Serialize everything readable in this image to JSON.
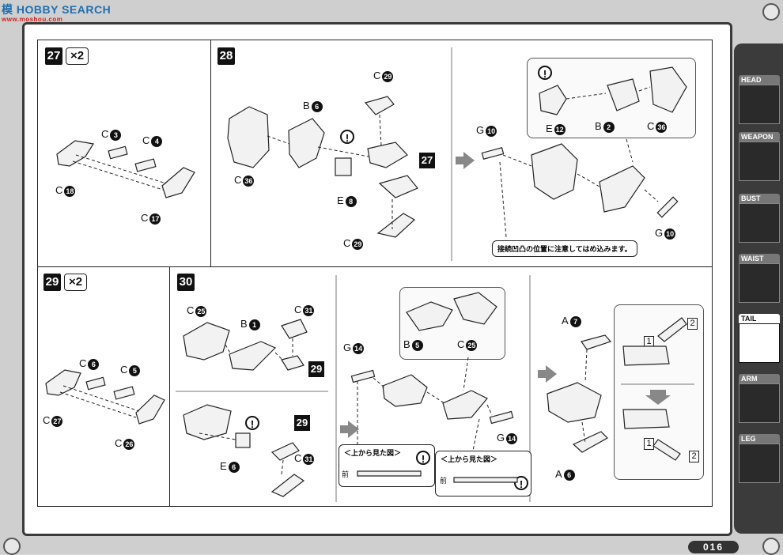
{
  "watermark": {
    "main": "模 HOBBY SEARCH",
    "sub": "www.moshou.com"
  },
  "steps": {
    "s27": {
      "no": "27",
      "mult": "×2",
      "labels": [
        {
          "part": "C",
          "num": "3"
        },
        {
          "part": "C",
          "num": "4"
        },
        {
          "part": "C",
          "num": "18"
        },
        {
          "part": "C",
          "num": "17"
        }
      ]
    },
    "s28": {
      "no": "28",
      "labels": [
        {
          "part": "C",
          "num": "29"
        },
        {
          "part": "B",
          "num": "6"
        },
        {
          "part": "C",
          "num": "36"
        },
        {
          "part": "E",
          "num": "8"
        },
        {
          "part": "C",
          "num": "29"
        }
      ],
      "ref": "27"
    },
    "s28b": {
      "labels": [
        {
          "part": "G",
          "num": "10"
        },
        {
          "part": "E",
          "num": "12"
        },
        {
          "part": "B",
          "num": "2"
        },
        {
          "part": "C",
          "num": "36"
        },
        {
          "part": "G",
          "num": "10"
        }
      ],
      "note": "接続凹凸の位置に注意してはめ込みます。"
    },
    "s29": {
      "no": "29",
      "mult": "×2",
      "labels": [
        {
          "part": "C",
          "num": "6"
        },
        {
          "part": "C",
          "num": "5"
        },
        {
          "part": "C",
          "num": "27"
        },
        {
          "part": "C",
          "num": "26"
        }
      ]
    },
    "s30": {
      "no": "30",
      "labels": [
        {
          "part": "C",
          "num": "25"
        },
        {
          "part": "B",
          "num": "1"
        },
        {
          "part": "C",
          "num": "31"
        },
        {
          "part": "E",
          "num": "6"
        },
        {
          "part": "C",
          "num": "31"
        }
      ],
      "ref": "29",
      "ref2": "29"
    },
    "s30b": {
      "labels": [
        {
          "part": "G",
          "num": "14"
        },
        {
          "part": "B",
          "num": "5"
        },
        {
          "part": "C",
          "num": "25"
        },
        {
          "part": "G",
          "num": "14"
        }
      ],
      "note1": "＜上から見た図＞",
      "note2": "＜上から見た図＞",
      "front": "前"
    },
    "s30c": {
      "labels": [
        {
          "part": "A",
          "num": "7"
        },
        {
          "part": "A",
          "num": "6"
        }
      ],
      "callouts": [
        "2",
        "1",
        "1",
        "2"
      ]
    }
  },
  "caution_mark": "!",
  "sidebar": {
    "tabs": [
      {
        "label": "HEAD",
        "active": false
      },
      {
        "label": "WEAPON",
        "active": false
      },
      {
        "label": "BUST",
        "active": false
      },
      {
        "label": "WAIST",
        "active": false
      },
      {
        "label": "TAIL",
        "active": true
      },
      {
        "label": "ARM",
        "active": false
      },
      {
        "label": "LEG",
        "active": false
      }
    ]
  },
  "page_number": "016",
  "colors": {
    "ink": "#111111",
    "frame": "#cfcfcf",
    "sidebar": "#3b3b3b",
    "arrow": "#888888"
  }
}
